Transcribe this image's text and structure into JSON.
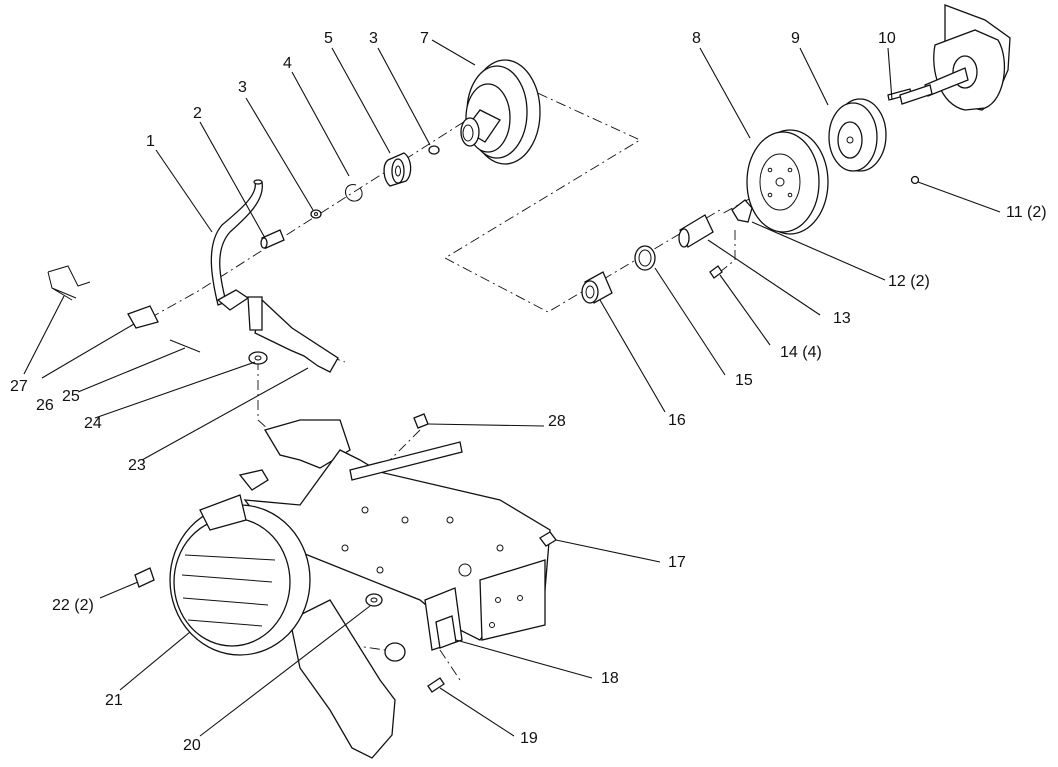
{
  "callouts": {
    "c1": "1",
    "c2": "2",
    "c3a": "3",
    "c3b": "3",
    "c4": "4",
    "c5": "5",
    "c7": "7",
    "c8": "8",
    "c9": "9",
    "c10": "10",
    "c11": "11 (2)",
    "c12": "12 (2)",
    "c13": "13",
    "c14": "14 (4)",
    "c15": "15",
    "c16": "16",
    "c17": "17",
    "c18": "18",
    "c19": "19",
    "c20": "20",
    "c21": "21",
    "c22": "22 (2)",
    "c23": "23",
    "c24": "24",
    "c25": "25",
    "c26": "26",
    "c27": "27",
    "c28": "28"
  }
}
